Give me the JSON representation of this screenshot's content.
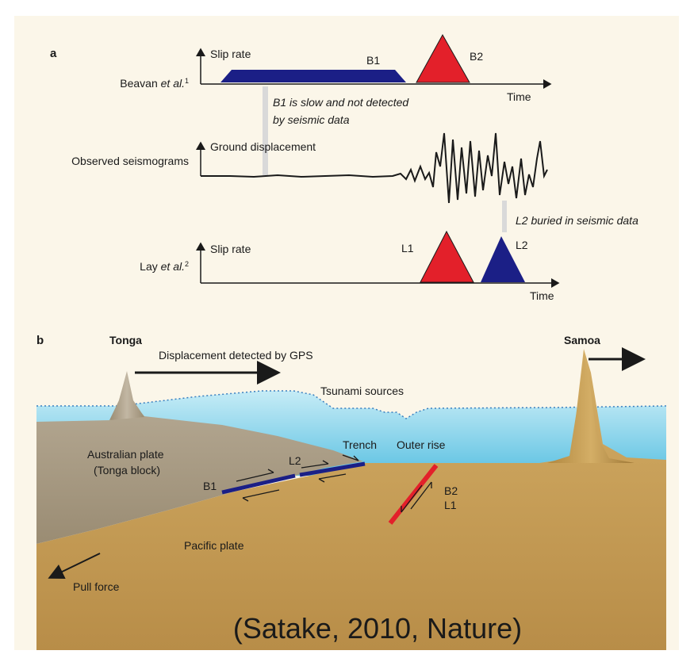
{
  "panel_a": {
    "letter": "a",
    "row1": {
      "label_main": "Beavan ",
      "label_italic": "et al.",
      "label_sup": "1",
      "axis_label": "Slip rate",
      "time_label": "Time",
      "b1_label": "B1",
      "b2_label": "B2",
      "note_line1": "B1 is slow and not detected",
      "note_line2": "by seismic data"
    },
    "row2": {
      "label": "Observed seismograms",
      "axis_label": "Ground displacement",
      "note": "L2 buried in seismic data"
    },
    "row3": {
      "label_main": "Lay ",
      "label_italic": "et al.",
      "label_sup": "2",
      "axis_label": "Slip rate",
      "time_label": "Time",
      "l1_label": "L1",
      "l2_label": "L2"
    }
  },
  "panel_b": {
    "letter": "b",
    "tonga": "Tonga",
    "samoa": "Samoa",
    "gps": "Displacement detected by GPS",
    "tsunami": "Tsunami sources",
    "trench": "Trench",
    "outer_rise": "Outer rise",
    "australian_line1": "Australian plate",
    "australian_line2": "(Tonga block)",
    "pacific": "Pacific plate",
    "pull": "Pull force",
    "b1": "B1",
    "l2": "L2",
    "b2": "B2",
    "l1": "L1"
  },
  "citation": "(Satake, 2010, Nature)",
  "colors": {
    "blue": "#1b1f86",
    "red": "#e3202a",
    "water": "#7fd0e8",
    "australian": "#a89a83",
    "pacific": "#c9a15a",
    "background": "#fbf6e9"
  }
}
